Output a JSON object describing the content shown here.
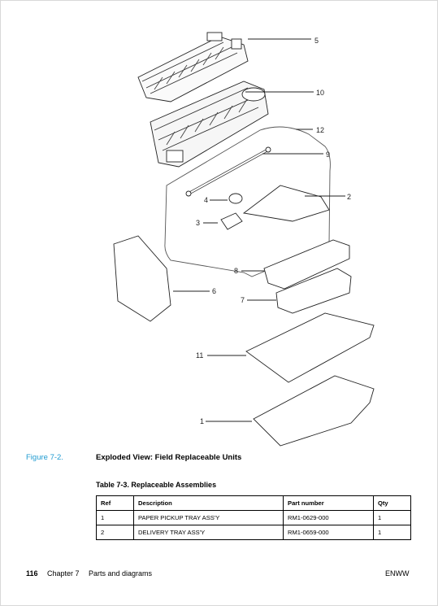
{
  "figure": {
    "label": "Figure 7-2.",
    "caption": "Exploded View: Field Replaceable Units",
    "callouts": [
      "5",
      "10",
      "12",
      "9",
      "4",
      "2",
      "3",
      "8",
      "6",
      "7",
      "11",
      "1"
    ]
  },
  "table": {
    "title": "Table 7-3. Replaceable Assemblies",
    "headers": [
      "Ref",
      "Description",
      "Part number",
      "Qty"
    ],
    "rows": [
      [
        "1",
        "PAPER PICKUP TRAY ASS'Y",
        "RM1-0629-000",
        "1"
      ],
      [
        "2",
        "DELIVERY TRAY ASS'Y",
        "RM1-0659-000",
        "1"
      ]
    ]
  },
  "footer": {
    "page_number": "116",
    "chapter": "Chapter 7",
    "section": "Parts and diagrams",
    "right_label": "ENWW"
  }
}
